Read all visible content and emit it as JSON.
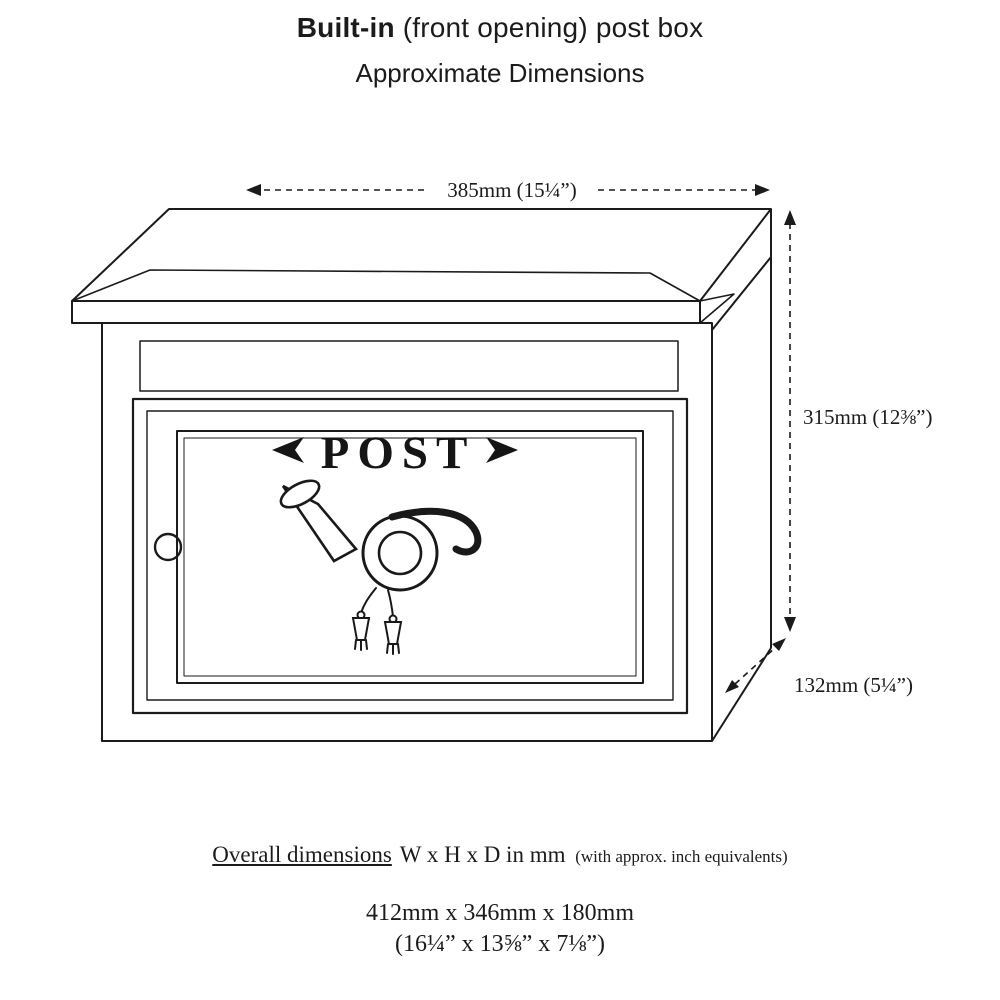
{
  "page": {
    "title_bold": "Built-in",
    "title_rest": " (front opening) post box",
    "subtitle": "Approximate Dimensions"
  },
  "diagram": {
    "post_label": "POST",
    "emblem_icon": "post-horn",
    "dimensions": {
      "width": "385mm (15¼”)",
      "height": "315mm (12⅜”)",
      "depth": "132mm (5¼”)"
    }
  },
  "footer": {
    "overall_heading": "Overall dimensions",
    "overall_formula": "W x H x D in mm",
    "overall_note": "(with approx. inch equivalents)",
    "dimensions_mm": "412mm x 346mm x 180mm",
    "dimensions_inches": "(16¼” x 13⅝” x 7⅛”)"
  },
  "colors": {
    "ink": "#1b1b1b",
    "paper": "#ffffff"
  }
}
